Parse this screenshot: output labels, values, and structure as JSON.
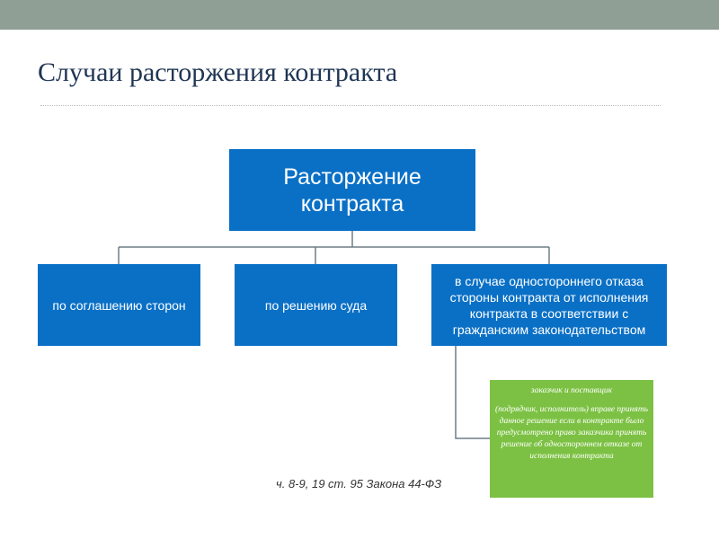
{
  "slide": {
    "title": "Случаи расторжения контракта"
  },
  "diagram": {
    "root": "Расторжение контракта",
    "children": [
      "по соглашению сторон",
      "по решению суда",
      "в случае одностороннего отказа стороны контракта от исполнения контракта в соответствии с гражданским законодательством"
    ],
    "note": {
      "line1": "заказчик и поставщик",
      "line2": "(подрядчик, исполнитель) вправе принять данное решение если в контракте было предусмотрено право заказчика принять решение об одностороннем отказе от исполнения контракта"
    },
    "footnote": "ч. 8-9, 19 ст. 95 Закона 44-ФЗ"
  },
  "colors": {
    "header_bar": "#8f9f96",
    "box_blue": "#0a70c6",
    "box_green": "#7cc143",
    "connector": "#6e7d86",
    "title_text": "#1f3554"
  }
}
